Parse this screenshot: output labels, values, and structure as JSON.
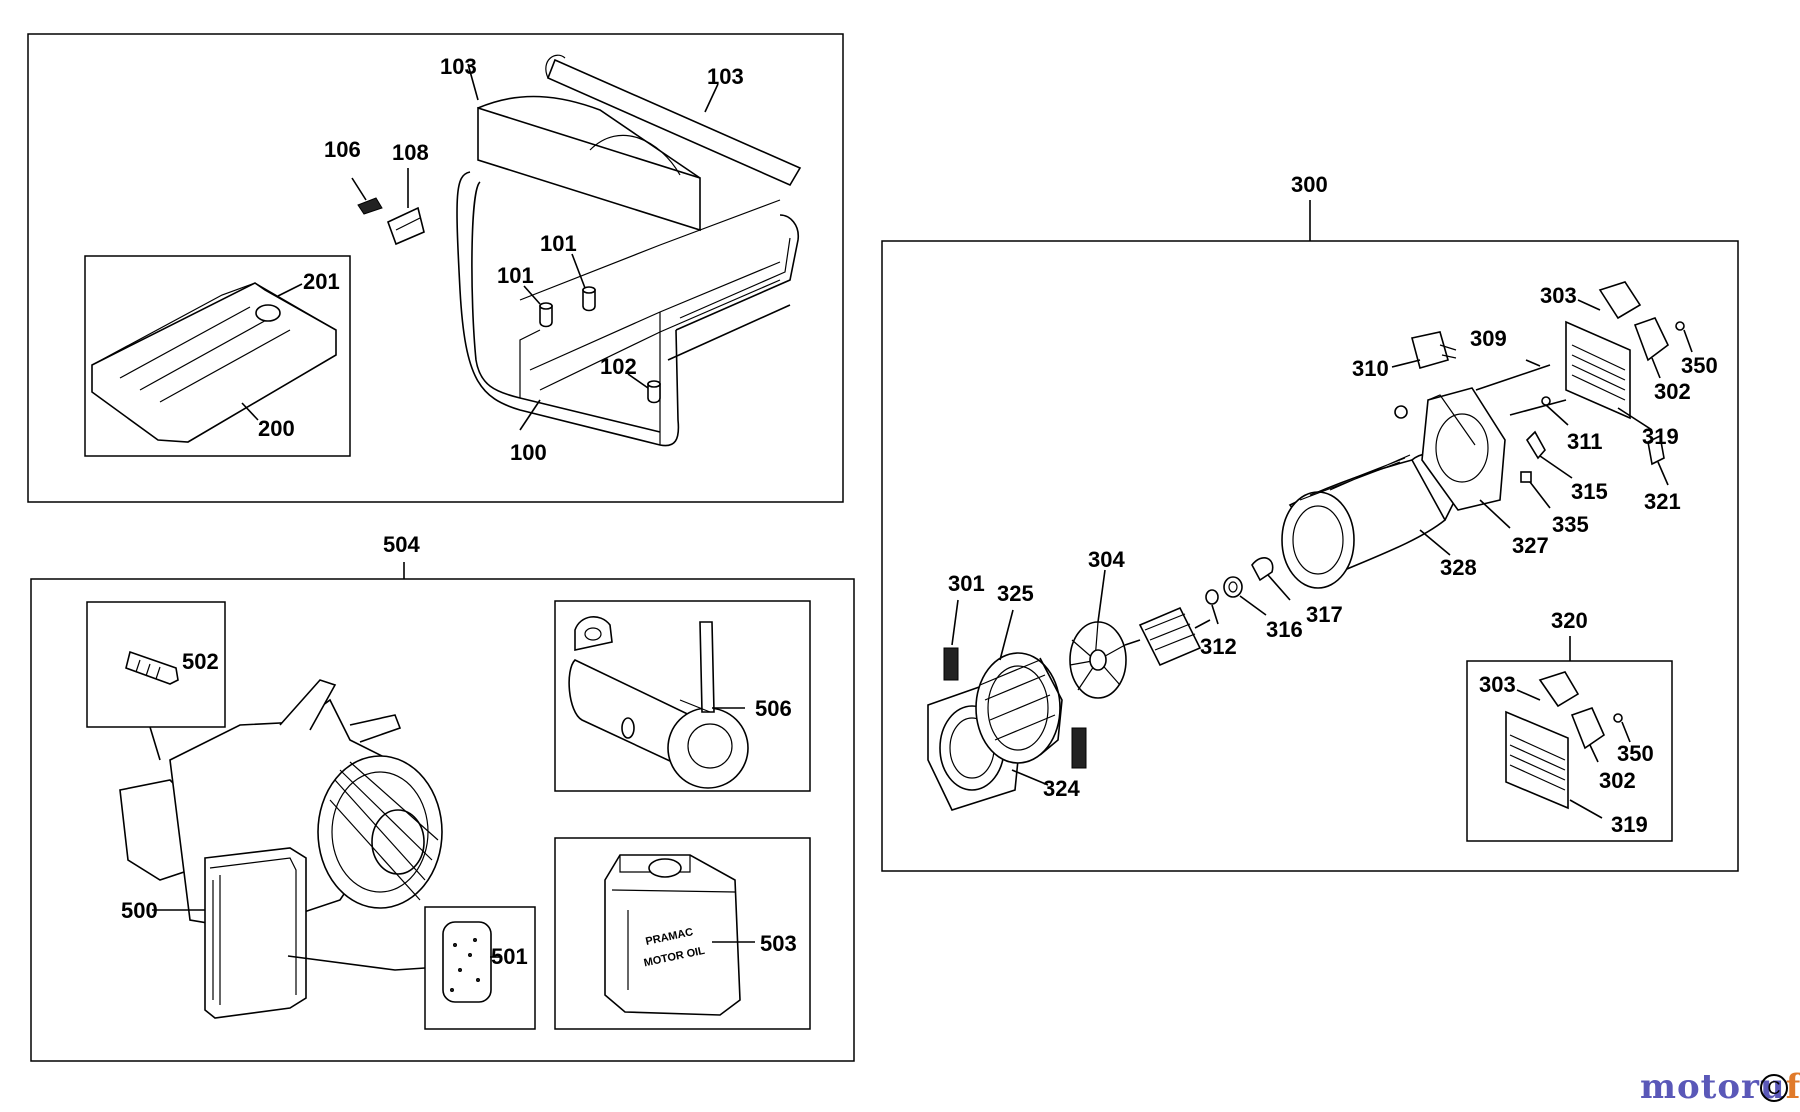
{
  "diagram": {
    "labels": {
      "l100": "100",
      "l101a": "101",
      "l101b": "101",
      "l102": "102",
      "l103a": "103",
      "l103b": "103",
      "l106": "106",
      "l108": "108",
      "l200": "200",
      "l201": "201",
      "l300": "300",
      "l301": "301",
      "l302a": "302",
      "l302b": "302",
      "l303a": "303",
      "l303b": "303",
      "l304": "304",
      "l309": "309",
      "l310": "310",
      "l311": "311",
      "l312": "312",
      "l315": "315",
      "l316": "316",
      "l317": "317",
      "l319a": "319",
      "l319b": "319",
      "l320": "320",
      "l321": "321",
      "l324": "324",
      "l325": "325",
      "l327": "327",
      "l328": "328",
      "l335": "335",
      "l350a": "350",
      "l350b": "350",
      "l500": "500",
      "l501": "501",
      "l502": "502",
      "l503": "503",
      "l504": "504",
      "l506": "506"
    },
    "oil_can_text": [
      "PRAMAC",
      "MOTOR OIL"
    ]
  },
  "watermark": {
    "part1": "motoru",
    "part2": "f",
    "copyright": "C"
  }
}
